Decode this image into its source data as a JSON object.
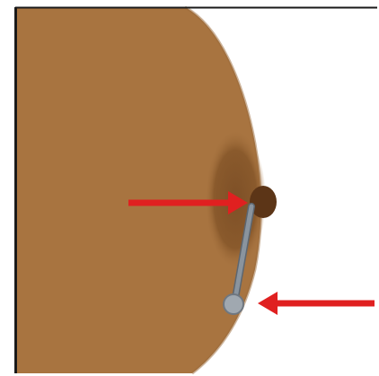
{
  "colors": {
    "background": "#ffffff",
    "frame": "#1a1a1a",
    "skin": "#a87440",
    "skin_edge": "#9a6a3a",
    "areola": "#8a5a2c",
    "nipple": "#5c3517",
    "bar": "#8a949e",
    "bar_end": "#a0a8b0",
    "arrow": "#e02020"
  },
  "parts": {
    "breast": "breast-side-view",
    "areola": "areola",
    "nipple": "nipple",
    "implant": "barbell-piercing",
    "arrow_top": "arrow-pointing-to-nipple-entry",
    "arrow_bottom": "arrow-pointing-to-bead-exit"
  }
}
